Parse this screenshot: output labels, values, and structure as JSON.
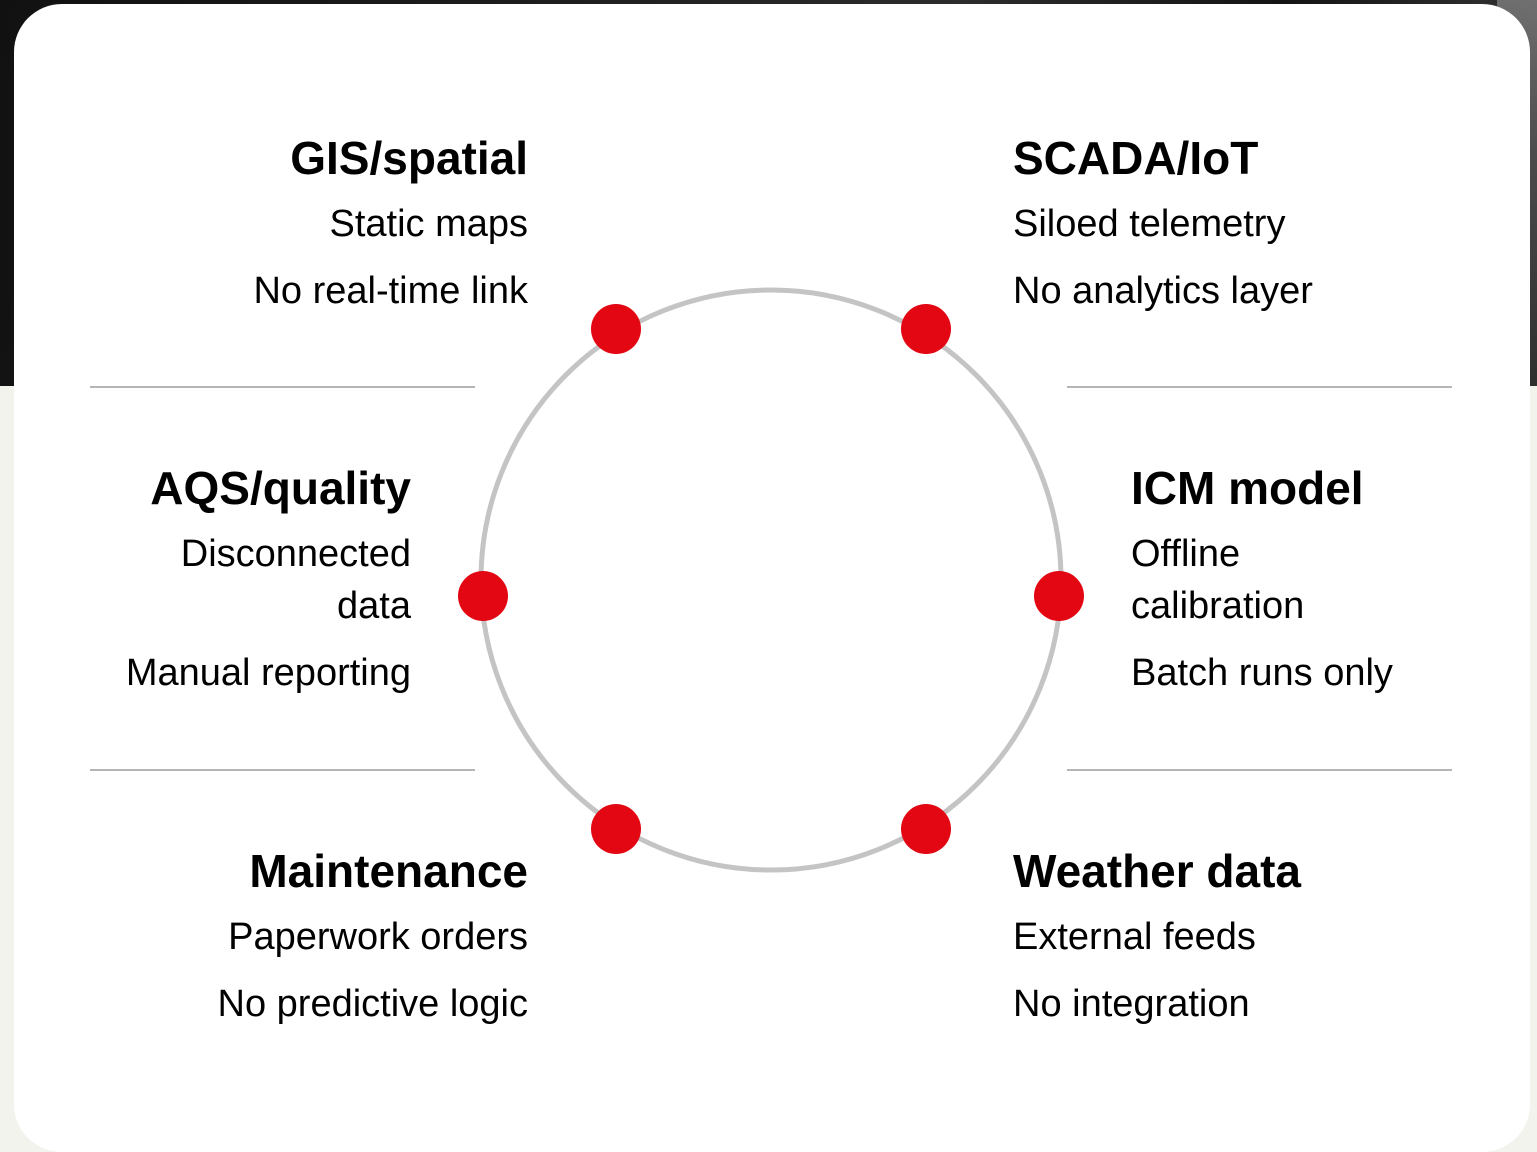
{
  "nodes": [
    {
      "id": "gis",
      "title": "GIS/spatial",
      "lines": [
        "Static maps",
        "No real-time link"
      ]
    },
    {
      "id": "scada",
      "title": "SCADA/IoT",
      "lines": [
        "Siloed telemetry",
        "No analytics layer"
      ]
    },
    {
      "id": "aqs",
      "title": "AQS/quality",
      "lines": [
        "Disconnected data",
        "Manual reporting"
      ]
    },
    {
      "id": "icm",
      "title": "ICM model",
      "lines": [
        "Offline calibration",
        "Batch runs only"
      ]
    },
    {
      "id": "maint",
      "title": "Maintenance",
      "lines": [
        "Paperwork orders",
        "No predictive logic"
      ]
    },
    {
      "id": "weather",
      "title": "Weather data",
      "lines": [
        "External feeds",
        "No integration"
      ]
    }
  ],
  "colors": {
    "ring": "#c4c4c4",
    "node_dot": "#e30613",
    "divider": "#b5b5b5",
    "card": "#ffffff",
    "text": "#000000"
  }
}
